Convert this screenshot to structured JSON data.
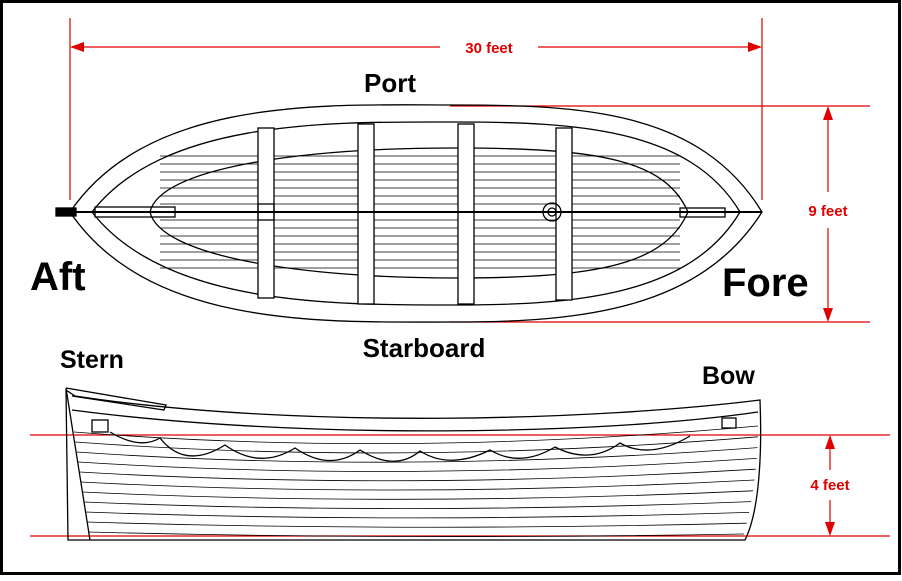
{
  "labels": {
    "port": "Port",
    "starboard": "Starboard",
    "aft": "Aft",
    "fore": "Fore",
    "stern": "Stern",
    "bow": "Bow"
  },
  "dimensions": {
    "length": "30 feet",
    "beam": "9 feet",
    "depth": "4 feet"
  },
  "colors": {
    "dimension_line": "#e00000",
    "drawing_line": "#000000",
    "border": "#000000",
    "background": "#ffffff"
  }
}
